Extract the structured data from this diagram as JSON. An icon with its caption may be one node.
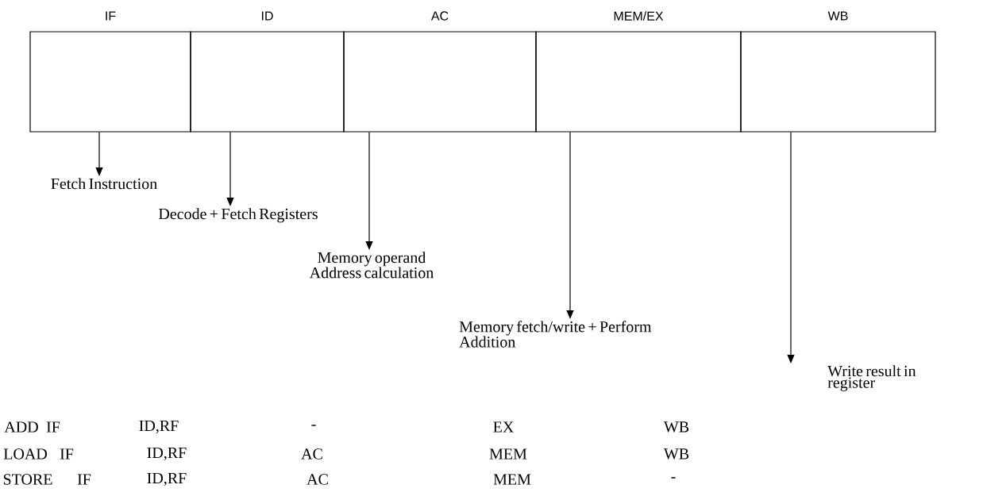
{
  "diagram": {
    "nodes": [
      {
        "text": [
          "IF"
        ]
      },
      {
        "text": [
          "ID"
        ]
      },
      {
        "text": [
          "AC"
        ]
      },
      {
        "text": [
          "MEM/EX"
        ]
      },
      {
        "text": [
          "WB"
        ]
      },
      {
        "text": [
          "Fetch Instruction"
        ]
      },
      {
        "text": [
          "Decode + Fetch Registers"
        ]
      },
      {
        "text": [
          "Memory operand Address calculation"
        ]
      },
      {
        "text": [
          "Memory fetch/write + Perform Addition"
        ]
      },
      {
        "text": [
          "Write result in register"
        ]
      }
    ],
    "edges": [
      {
        "from": 0,
        "to": 5,
        "arrow": "to"
      },
      {
        "from": 1,
        "to": 6,
        "arrow": "to"
      },
      {
        "from": 2,
        "to": 7,
        "arrow": "to"
      },
      {
        "from": 3,
        "to": 8,
        "arrow": "to"
      },
      {
        "from": 4,
        "to": 9,
        "arrow": "to"
      }
    ],
    "labels": [
      "ADD",
      "IF",
      "ID,RF",
      "-",
      "EX",
      "WB",
      "LOAD",
      "IF",
      "ID,RF",
      "AC",
      "MEM",
      "WB",
      "STORE",
      "IF",
      "ID,RF",
      "AC",
      "MEM",
      "-"
    ]
  }
}
